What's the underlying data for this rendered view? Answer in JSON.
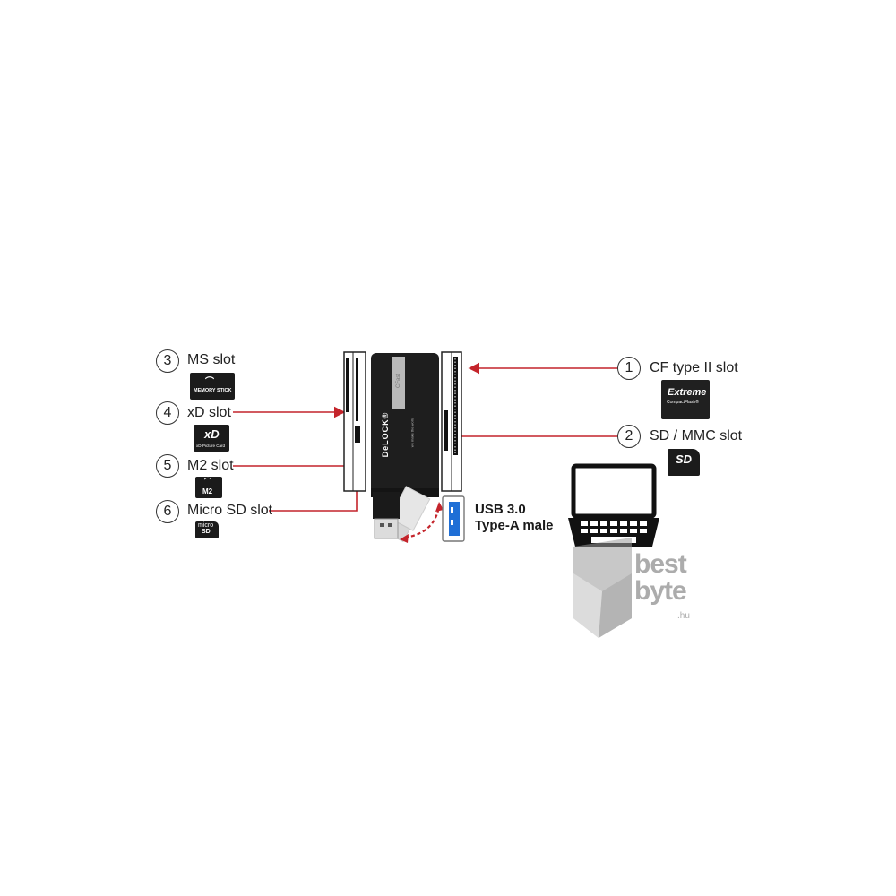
{
  "callouts": {
    "cf": {
      "number": "1",
      "label": "CF type II slot"
    },
    "sd": {
      "number": "2",
      "label": "SD / MMC slot"
    },
    "ms": {
      "number": "3",
      "label": "MS slot"
    },
    "xd": {
      "number": "4",
      "label": "xD slot"
    },
    "m2": {
      "number": "5",
      "label": "M2 slot"
    },
    "microsd": {
      "number": "6",
      "label": "Micro SD slot"
    }
  },
  "usb": {
    "line1": "USB 3.0",
    "line2": "Type-A male"
  },
  "cards": {
    "ms": "MEMORY STICK",
    "xd": "xD-Picture Card",
    "xd_logo": "xD",
    "m2": "M2",
    "microsd_1": "micro",
    "microsd_2": "SD",
    "cf_1": "Extreme",
    "cf_2": "CompactFlash®",
    "sd": "SD"
  },
  "device": {
    "brand": "DeLOCK®",
    "tagline": "we make the world",
    "tab": "CFast"
  },
  "watermark": {
    "line1": "best",
    "line2": "byte",
    "suffix": ".hu"
  },
  "colors": {
    "callout_line": "#c4242b",
    "usb_blue": "#1f6fd6",
    "device_body": "#1e1e1e"
  },
  "icons": [
    "laptop-icon",
    "usb-symbol-icon",
    "rotate-arrow-icon",
    "memory-stick-icon",
    "xd-card-icon",
    "m2-card-icon",
    "microsd-card-icon",
    "cf-card-icon",
    "sd-card-icon"
  ]
}
